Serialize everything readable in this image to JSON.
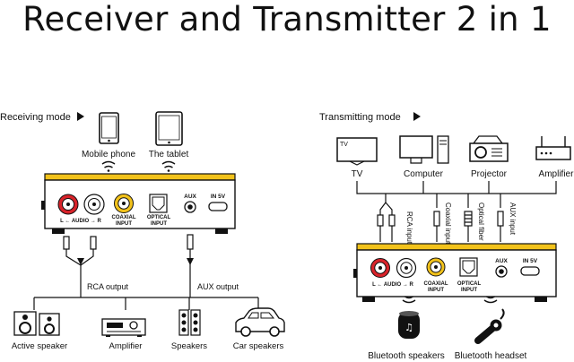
{
  "title": "Receiver and Transmitter 2 in 1",
  "receiving": {
    "mode_label": "Receiving mode",
    "sources": [
      "Mobile phone",
      "The tablet"
    ],
    "device": {
      "jack_rca": "L ← AUDIO → R",
      "jack_coaxial": [
        "COAXIAL",
        "INPUT"
      ],
      "jack_optical": [
        "OPTICAL",
        "INPUT"
      ],
      "jack_aux": "AUX",
      "jack_power": "IN 5V"
    },
    "rca_output": "RCA output",
    "aux_output": "AUX output",
    "outputs": [
      "Active speaker",
      "Amplifier",
      "Speakers",
      "Car speakers"
    ]
  },
  "transmitting": {
    "mode_label": "Transmitting mode",
    "sources": [
      "TV",
      "Computer",
      "Projector",
      "Amplifier"
    ],
    "tv_screen_text": "TV",
    "inputs": [
      "RCA input",
      "Coaxial input",
      "Optical fiber",
      "AUX input"
    ],
    "device": {
      "jack_rca": "L ← AUDIO → R",
      "jack_coaxial": [
        "COAXIAL",
        "INPUT"
      ],
      "jack_optical": [
        "OPTICAL",
        "INPUT"
      ],
      "jack_aux": "AUX",
      "jack_power": "IN 5V"
    },
    "outputs": [
      "Bluetooth speakers",
      "Bluetooth headset"
    ]
  },
  "colors": {
    "device_stripe": "#f2c21b",
    "rca_red": "#d8232a",
    "coax_yellow": "#f2c21b",
    "line": "#111111"
  }
}
